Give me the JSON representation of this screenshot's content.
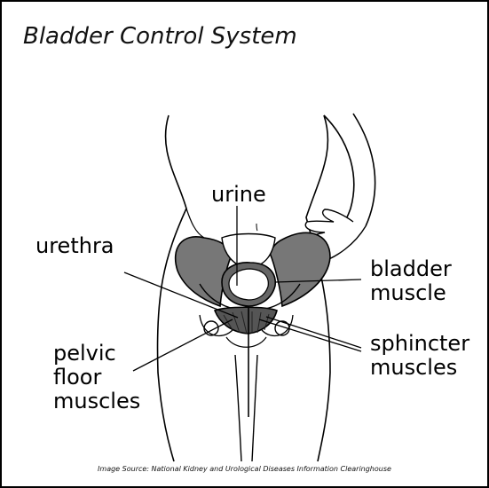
{
  "title": "Bladder Control System",
  "labels": {
    "urine": "urine",
    "urethra": "urethra",
    "bladder_muscle": "bladder\nmuscle",
    "pelvic_floor_muscles": "pelvic\nfloor\nmuscles",
    "sphincter_muscles": "sphincter\nmuscles"
  },
  "source": "Image Source: National Kidney and Urological Diseases Information Clearinghouse",
  "colors": {
    "outline": "#000000",
    "bone_fill": "#777777",
    "muscle_fill": "#555555",
    "background": "#ffffff"
  }
}
